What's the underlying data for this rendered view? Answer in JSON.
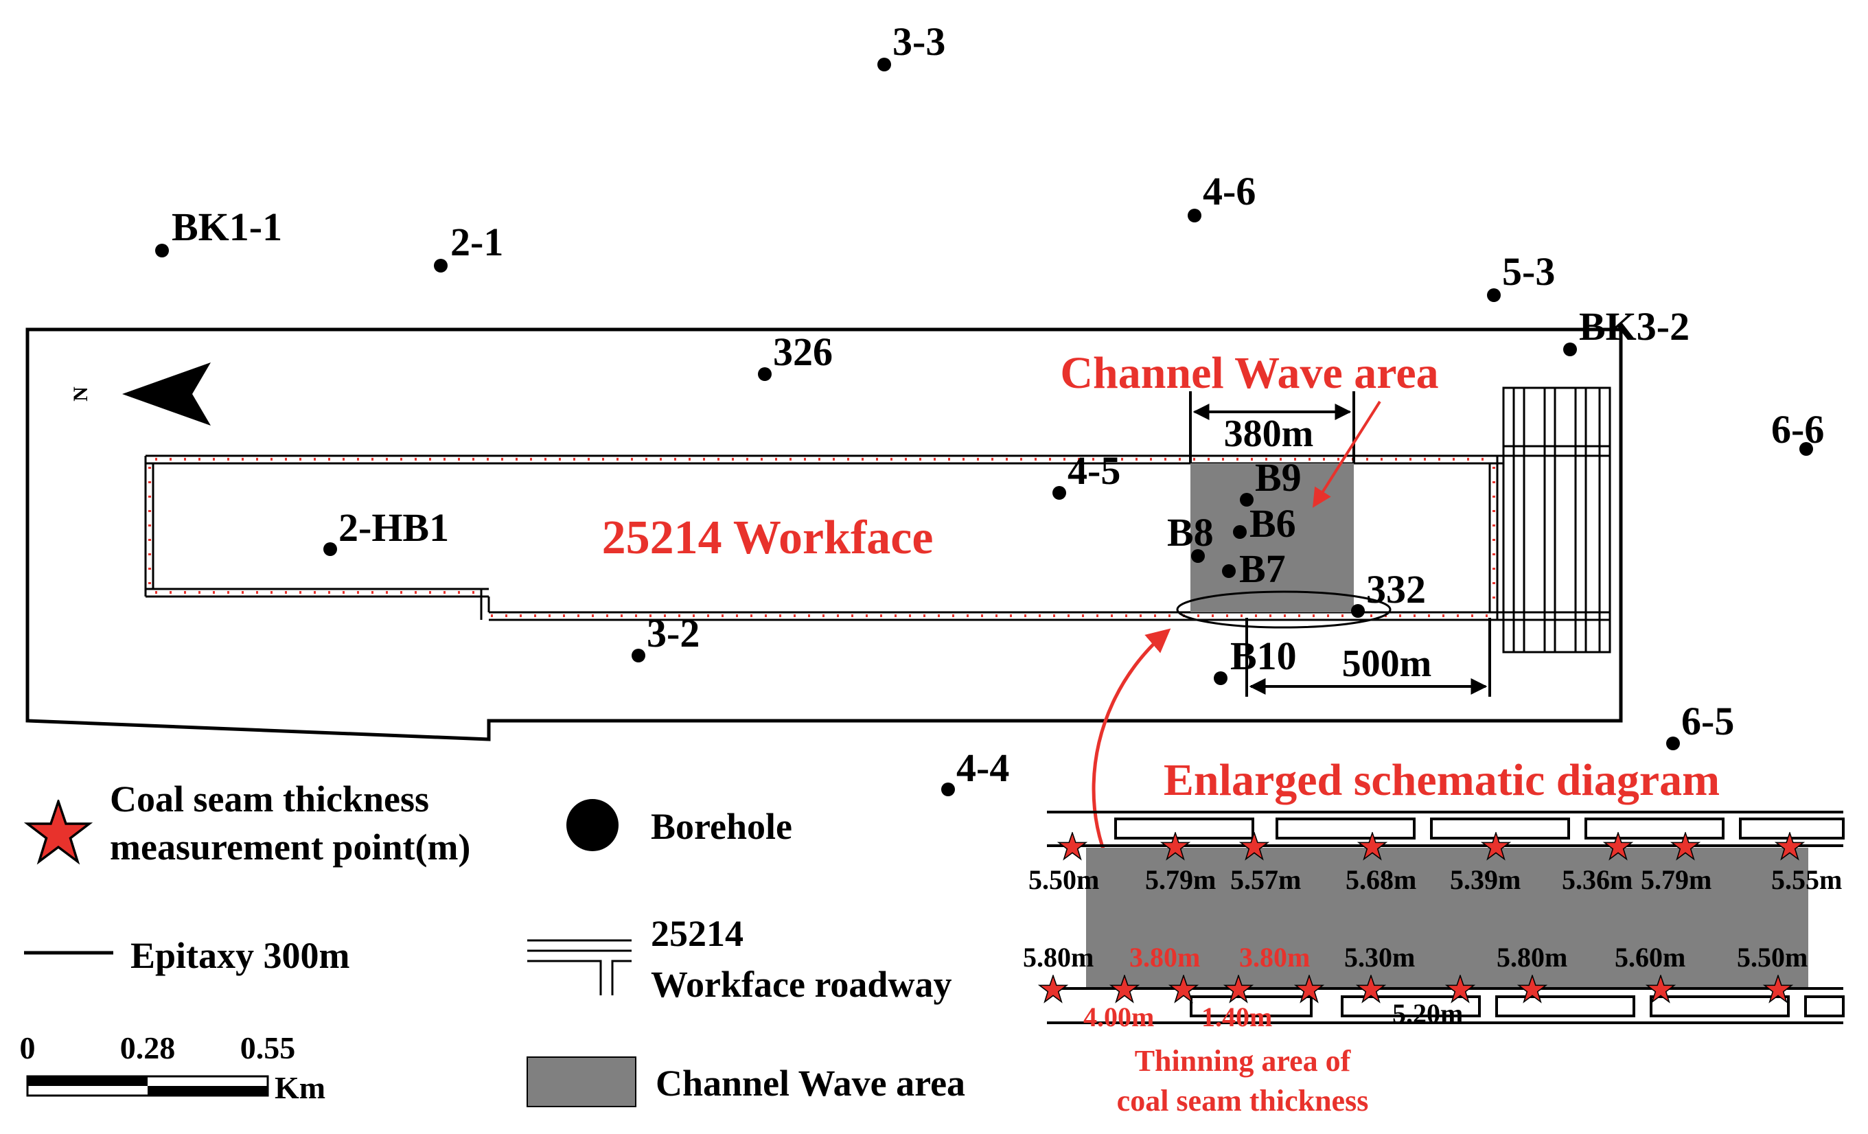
{
  "north_label": "N",
  "workface_label": "25214 Workface",
  "channel_wave_title": "Channel Wave area",
  "dim_380": "380m",
  "dim_500": "500m",
  "enlarged_title": "Enlarged schematic diagram",
  "thinning_line1": "Thinning area of",
  "thinning_line2": "coal seam thickness",
  "boreholes": {
    "bk1_1": "BK1-1",
    "b2_1": "2-1",
    "b3_3": "3-3",
    "b4_6": "4-6",
    "b5_3": "5-3",
    "bk3_2": "BK3-2",
    "b6_6": "6-6",
    "b326": "326",
    "b4_5": "4-5",
    "b2_hb1": "2-HB1",
    "b9": "B9",
    "b8": "B8",
    "b6": "B6",
    "b7": "B7",
    "b332": "332",
    "b10": "B10",
    "b3_2": "3-2",
    "b4_4": "4-4",
    "b6_5": "6-5"
  },
  "upper_values": [
    "5.50m",
    "5.79m",
    "5.57m",
    "5.68m",
    "5.39m",
    "5.36m",
    "5.79m",
    "5.55m"
  ],
  "middle_values": [
    "5.80m",
    "3.80m",
    "3.80m",
    "5.30m",
    "5.80m",
    "5.60m",
    "5.50m"
  ],
  "lower_values": [
    "4.00m",
    "1.40m",
    "5.20m"
  ],
  "legend": {
    "star_line1": "Coal seam thickness",
    "star_line2": "measurement point(m)",
    "borehole": "Borehole",
    "epitaxy": "Epitaxy 300m",
    "roadway_line1": "25214",
    "roadway_line2": "Workface roadway",
    "channel": "Channel Wave area"
  },
  "scale": {
    "t0": "0",
    "t1": "0.28",
    "t2": "0.55",
    "unit": "Km"
  },
  "colors": {
    "accent_red": "#e8322c",
    "channel_fill": "#808080",
    "line": "#000000"
  }
}
